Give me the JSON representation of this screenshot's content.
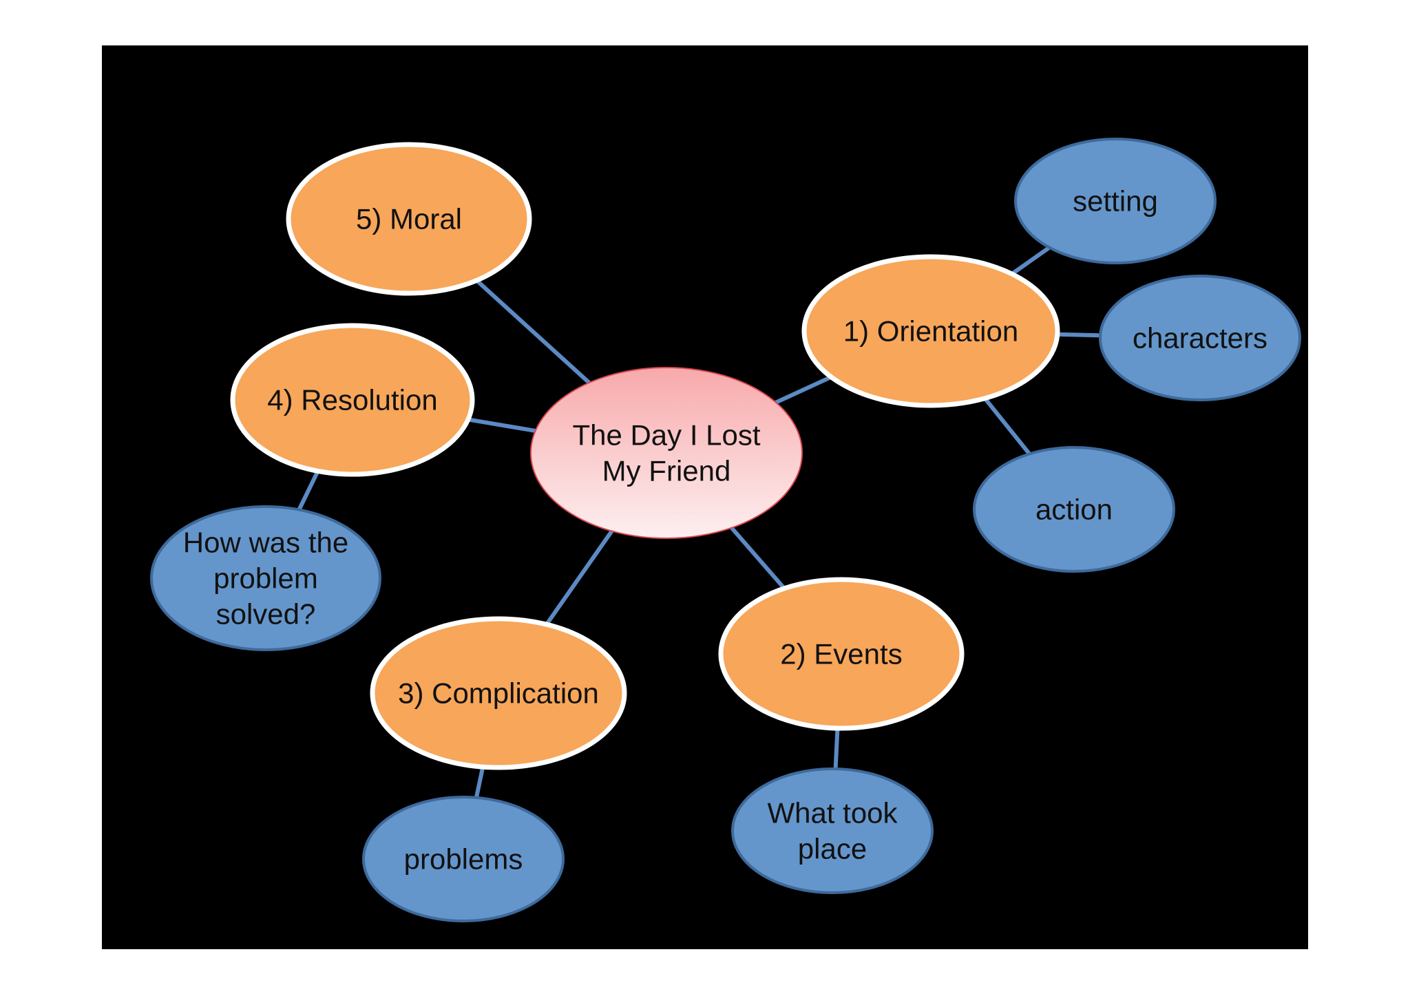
{
  "colors": {
    "slide_background": "#000000",
    "page_background": "#ffffff",
    "connector": "#5b8ac4",
    "stage_fill": "#f7a65a",
    "stage_stroke": "#ffffff",
    "detail_fill": "#6496cb",
    "detail_stroke": "#3e6a9c",
    "center_fill_top": "#f8a9ab",
    "center_fill_bottom": "#fdeff0",
    "center_stroke": "#d9494f"
  },
  "center": {
    "lines": [
      "The Day I Lost",
      "My Friend"
    ]
  },
  "stages": [
    {
      "id": "orientation",
      "lines": [
        "1) Orientation"
      ]
    },
    {
      "id": "events",
      "lines": [
        "2) Events"
      ]
    },
    {
      "id": "complication",
      "lines": [
        "3) Complication"
      ]
    },
    {
      "id": "resolution",
      "lines": [
        "4) Resolution"
      ]
    },
    {
      "id": "moral",
      "lines": [
        "5) Moral"
      ]
    }
  ],
  "details": [
    {
      "id": "setting",
      "parent": "orientation",
      "lines": [
        "setting"
      ]
    },
    {
      "id": "characters",
      "parent": "orientation",
      "lines": [
        "characters"
      ]
    },
    {
      "id": "action",
      "parent": "orientation",
      "lines": [
        "action"
      ]
    },
    {
      "id": "what-took-place",
      "parent": "events",
      "lines": [
        "What took",
        "place"
      ]
    },
    {
      "id": "problems",
      "parent": "complication",
      "lines": [
        "problems"
      ]
    },
    {
      "id": "how-solved",
      "parent": "resolution",
      "lines": [
        "How was the",
        "problem",
        "solved?"
      ]
    }
  ]
}
